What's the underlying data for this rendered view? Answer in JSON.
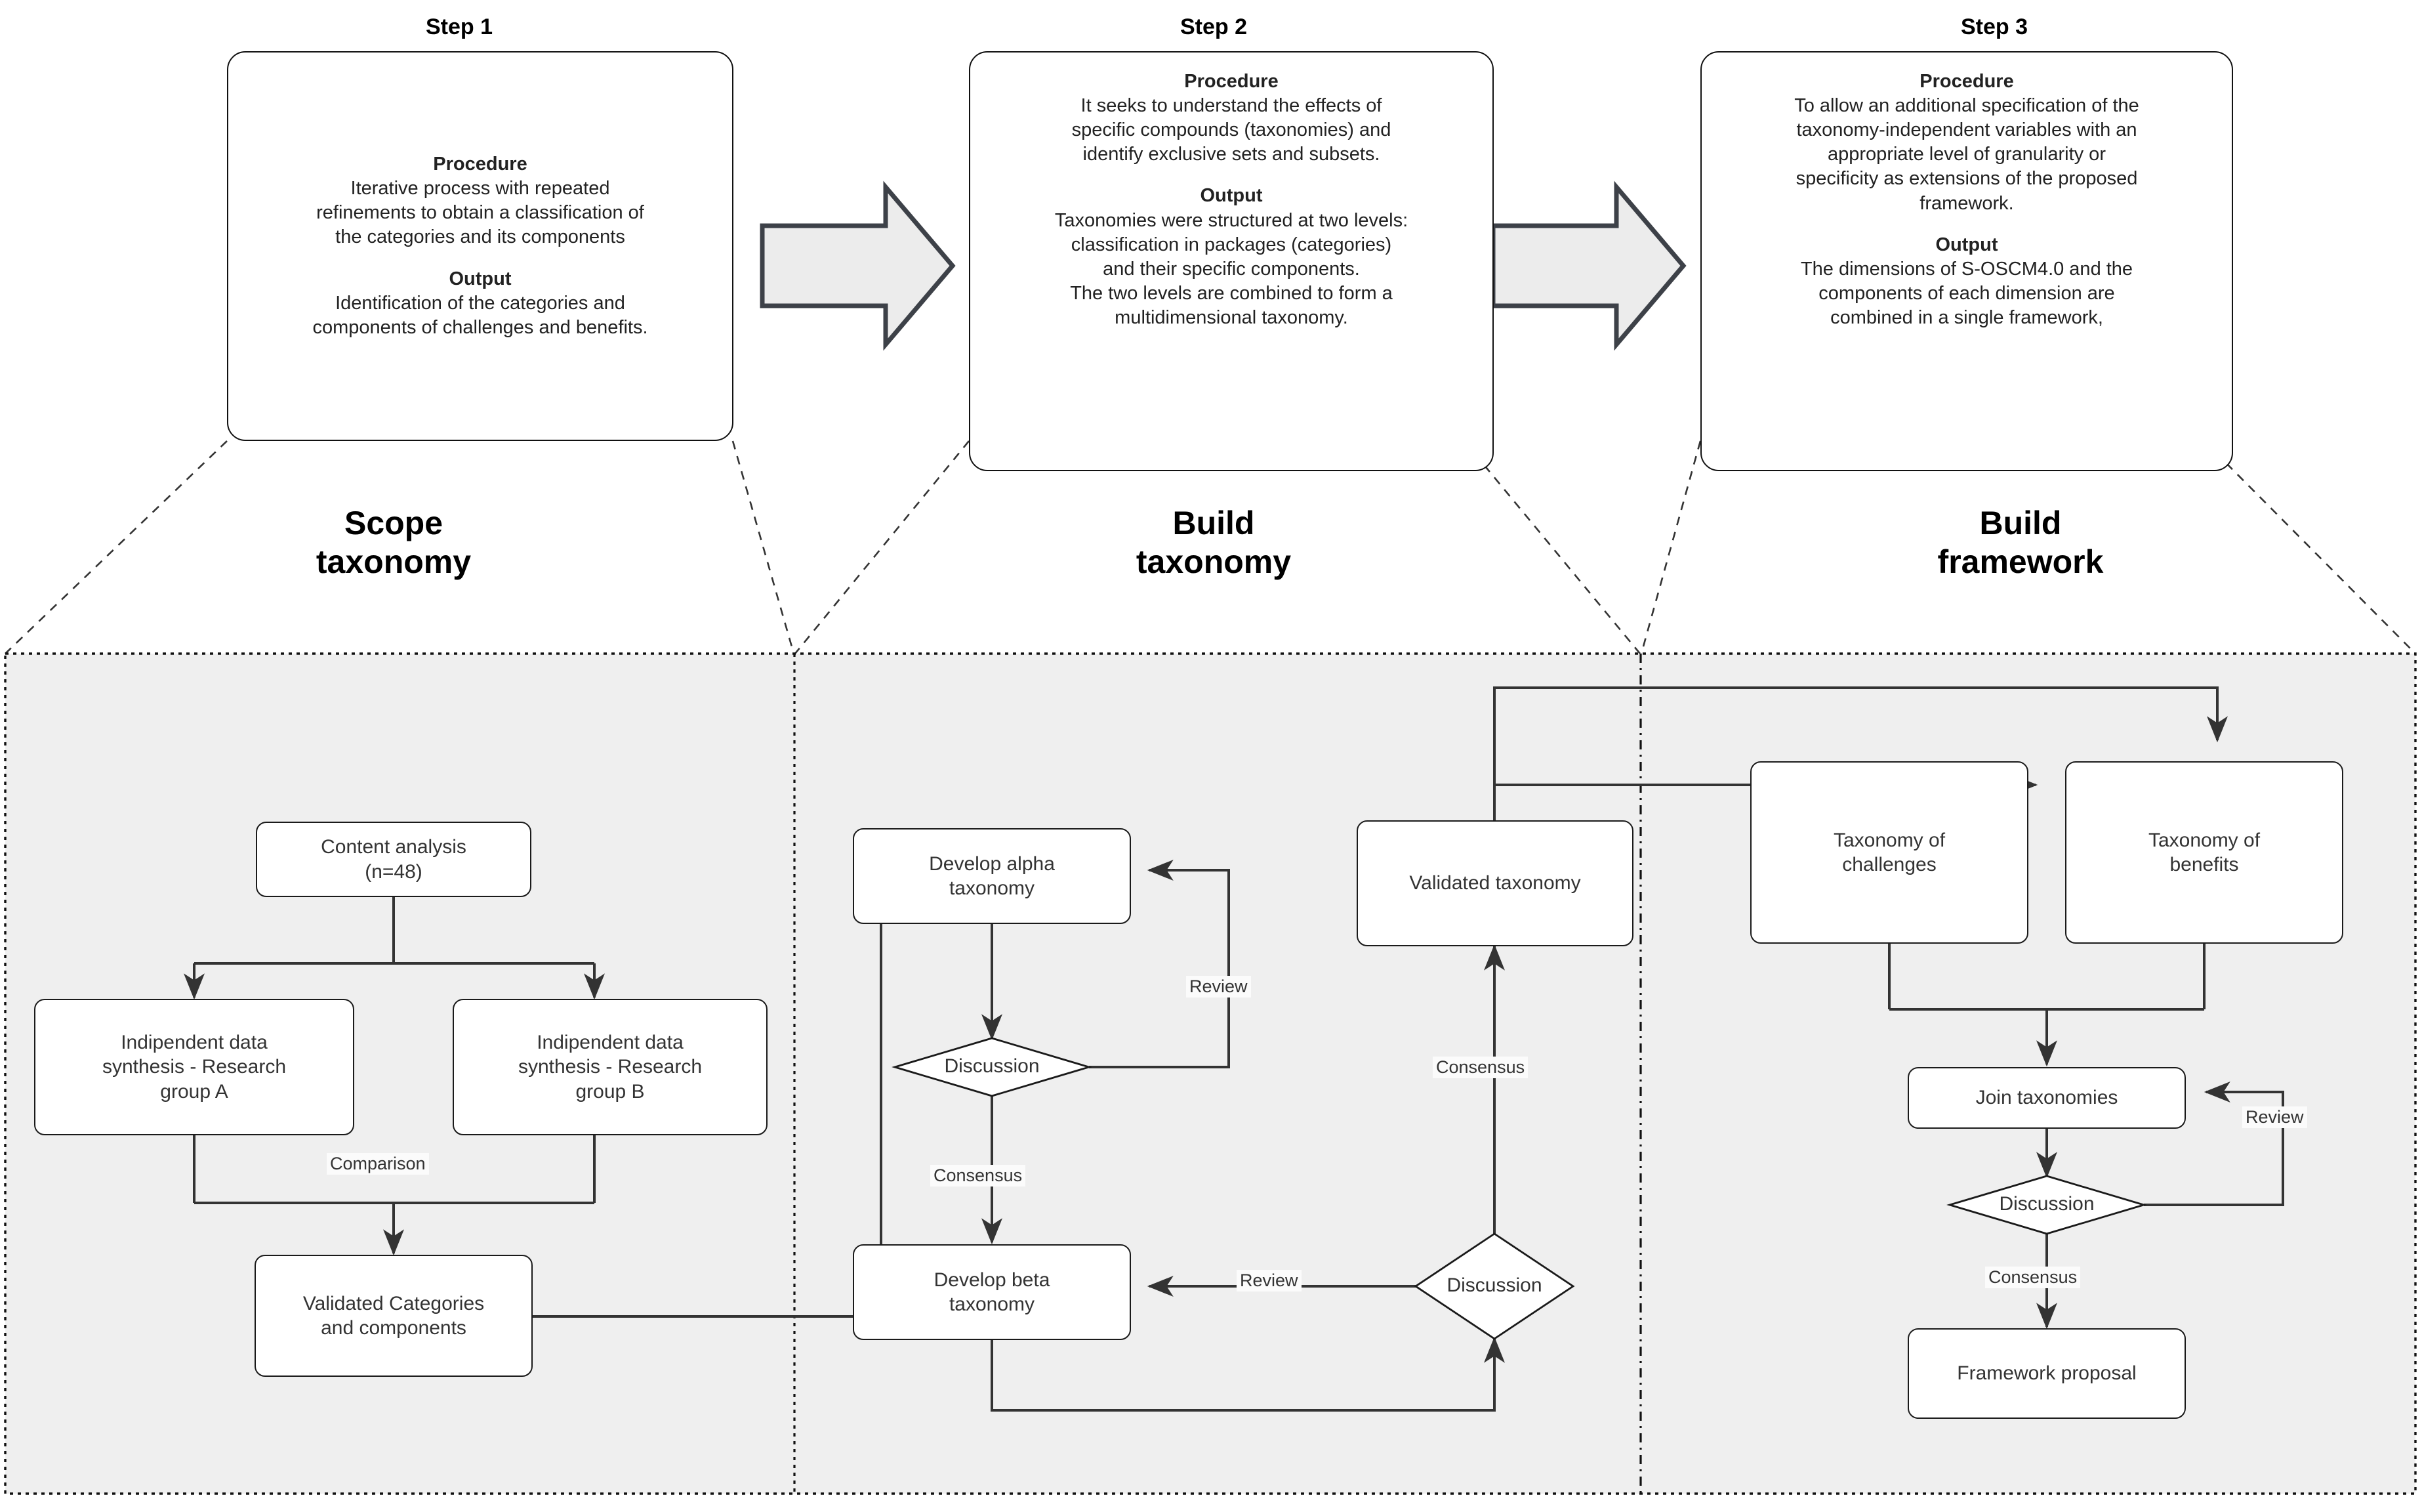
{
  "colors": {
    "panel_fill": "#efefef",
    "panel_border": "#111111",
    "node_border": "#1a1a1a",
    "node_fill": "#ffffff",
    "connector": "#333333",
    "block_arrow_fill": "#ececec",
    "block_arrow_border": "#3d4148"
  },
  "steps": [
    {
      "title": "Step 1",
      "procedure_label": "Procedure",
      "procedure_text": "Iterative process with repeated\nrefinements  to obtain a classification of\nthe categories and its components",
      "output_label": "Output",
      "output_text": "Identification of the categories and\ncomponents of challenges and benefits."
    },
    {
      "title": "Step 2",
      "procedure_label": "Procedure",
      "procedure_text": "It seeks to understand the effects of\nspecific compounds (taxonomies) and\nidentify exclusive sets and subsets.",
      "output_label": "Output",
      "output_text": "Taxonomies were structured at two levels:\nclassification in packages (categories)\nand their specific components.\nThe two levels are combined to form a\nmultidimensional taxonomy."
    },
    {
      "title": "Step 3",
      "procedure_label": "Procedure",
      "procedure_text": "To allow an additional specification of the\ntaxonomy-independent variables with an\nappropriate level of granularity or\nspecificity as extensions of the proposed\nframework.",
      "output_label": "Output",
      "output_text": "The dimensions of S-OSCM4.0 and the\ncomponents of each dimension are\ncombined in a single framework,"
    }
  ],
  "phases": [
    {
      "line1": "Scope",
      "line2": "taxonomy"
    },
    {
      "line1": "Build",
      "line2": "taxonomy"
    },
    {
      "line1": "Build",
      "line2": "framework"
    }
  ],
  "flow": {
    "scope": {
      "nodes": [
        {
          "id": "content-analysis",
          "label": "Content analysis\n(n=48)"
        },
        {
          "id": "synthesis-group-a",
          "label": "Indipendent data\nsynthesis - Research\ngroup A"
        },
        {
          "id": "synthesis-group-b",
          "label": "Indipendent data\nsynthesis - Research\ngroup B"
        },
        {
          "id": "validated-categories",
          "label": "Validated Categories\nand components"
        }
      ],
      "edge_labels": [
        "Comparison"
      ]
    },
    "build_taxonomy": {
      "nodes": [
        {
          "id": "develop-alpha-taxonomy",
          "label": "Develop alpha\ntaxonomy"
        },
        {
          "id": "discussion-alpha",
          "label": "Discussion"
        },
        {
          "id": "develop-beta-taxonomy",
          "label": "Develop beta\ntaxonomy"
        },
        {
          "id": "discussion-beta",
          "label": "Discussion"
        },
        {
          "id": "validated-taxonomy",
          "label": "Validated taxonomy"
        }
      ],
      "edge_labels": [
        "Review",
        "Consensus",
        "Review",
        "Consensus"
      ]
    },
    "build_framework": {
      "nodes": [
        {
          "id": "taxonomy-of-challenges",
          "label": "Taxonomy of\nchallenges"
        },
        {
          "id": "taxonomy-of-benefits",
          "label": "Taxonomy of\nbenefits"
        },
        {
          "id": "join-taxonomies",
          "label": "Join taxonomies"
        },
        {
          "id": "discussion-framework",
          "label": "Discussion"
        },
        {
          "id": "framework-proposal",
          "label": "Framework proposal"
        }
      ],
      "edge_labels": [
        "Review",
        "Consensus"
      ]
    }
  },
  "edge_label_text": {
    "comparison": "Comparison",
    "review": "Review",
    "consensus": "Consensus"
  }
}
